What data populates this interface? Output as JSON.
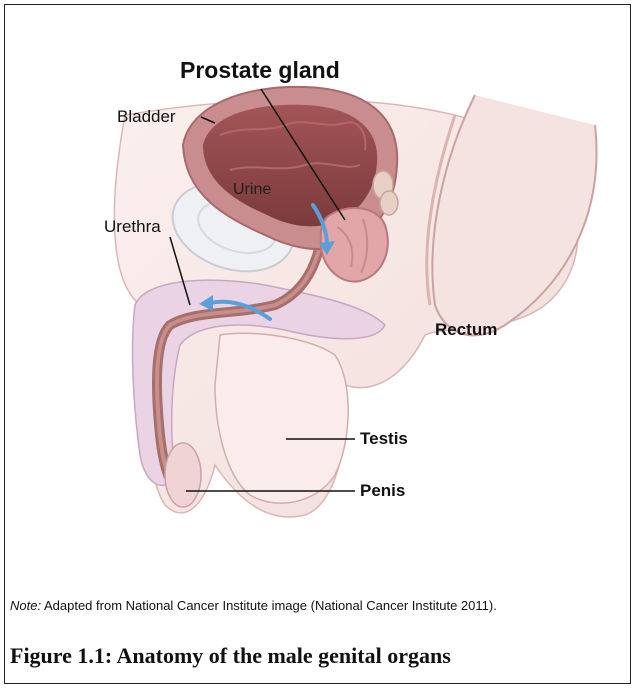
{
  "figure": {
    "labels": {
      "prostate": "Prostate gland",
      "bladder": "Bladder",
      "urine": "Urine",
      "urethra": "Urethra",
      "rectum": "Rectum",
      "testis": "Testis",
      "penis": "Penis"
    },
    "note_prefix": "Note:",
    "note_text": " Adapted from National Cancer Institute image (National Cancer Institute 2011).",
    "caption": "Figure 1.1: Anatomy of the male genital organs"
  },
  "colors": {
    "skin": "#f7e8e6",
    "skin_edge": "#c9a3a1",
    "bone": "#e6cfdf",
    "bladder_wall": "#c98d8f",
    "bladder_inner": "#8e4648",
    "urethra": "#a56f6b",
    "prostate": "#e2a6a8",
    "arrow": "#5aa0d8"
  }
}
